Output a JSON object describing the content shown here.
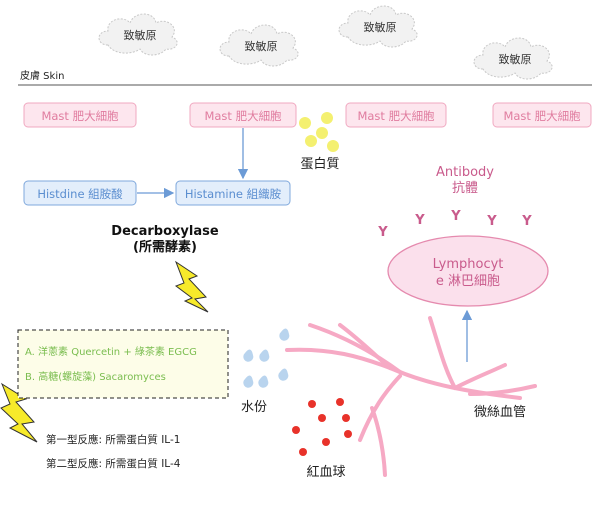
{
  "allergens": [
    "致敏原",
    "致敏原",
    "致敏原",
    "致敏原"
  ],
  "skin_label": "皮膚 Skin",
  "mast_cells": [
    "Mast 肥大細胞",
    "Mast 肥大細胞",
    "Mast 肥大細胞",
    "Mast 肥大細胞"
  ],
  "protein_label": "蛋白質",
  "histidine_label": "Histdine 組胺酸",
  "histamine_label": "Histamine 組織胺",
  "decarboxylase": {
    "line1": "Decarboxylase",
    "line2": "(所需酵素)"
  },
  "antibody": {
    "line1": "Antibody",
    "line2": "抗體",
    "symbol": "Y"
  },
  "lymphocyte": {
    "line1": "Lymphocyt",
    "line2": "e 淋巴細胞"
  },
  "remedies": [
    "A. 洋蔥素 Quercetin + 綠茶素 EGCG",
    "B. 高糖(螺旋藻) Sacaromyces"
  ],
  "water_label": "水份",
  "capillary_label": "微絲血管",
  "rbc_label": "紅血球",
  "reactions": [
    "第一型反應: 所需蛋白質 IL-1",
    "第二型反應: 所需蛋白質 IL-4"
  ],
  "colors": {
    "mast_fill": "#fde6ee",
    "mast_stroke": "#f0a8c0",
    "mast_text": "#e07c9f",
    "blue_fill": "#e3eefb",
    "blue_stroke": "#7fa8dc",
    "blue_text": "#5b8ed0",
    "antibody": "#c95b8c",
    "lymph_fill": "#fbe0ec",
    "lymph_stroke": "#e58aae",
    "vessel": "#f6a9c4",
    "rbc": "#e8322a",
    "protein": "#f4f070",
    "water": "#b9d4ee",
    "remedy_fill": "#fdfde8",
    "remedy_text": "#7abd4f",
    "bolt": "#f7ea2a"
  }
}
